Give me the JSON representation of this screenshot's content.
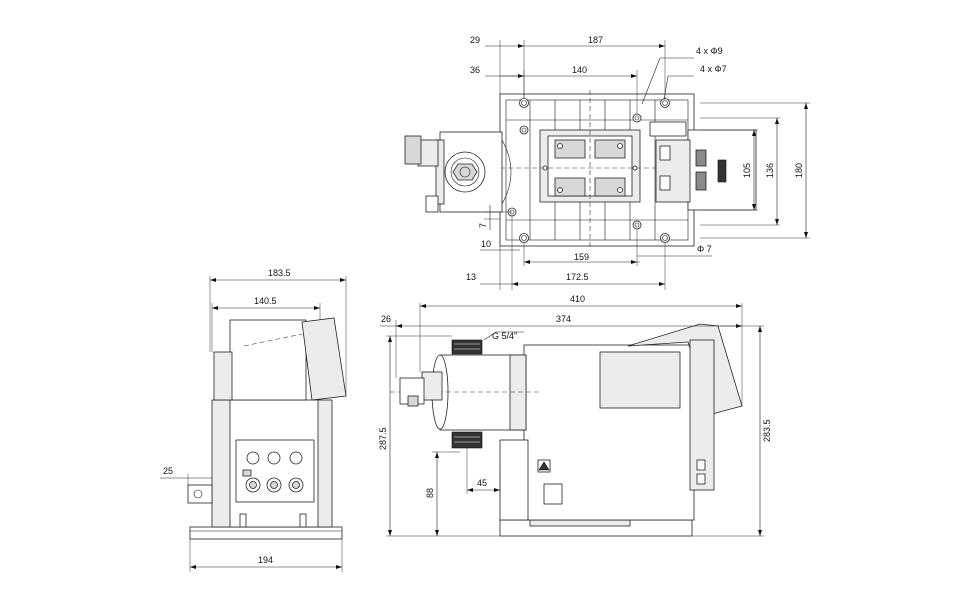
{
  "drawing": {
    "top_view": {
      "dims": {
        "d29": "29",
        "d187": "187",
        "d36": "36",
        "d140": "140",
        "holes9": "4 x Φ9",
        "holes7": "4 x Φ7",
        "d105": "105",
        "d136": "136",
        "d180": "180",
        "d7v": "7",
        "d10": "10",
        "d13": "13",
        "d159": "159",
        "d172_5": "172.5",
        "dphi7": "Φ 7"
      }
    },
    "side_view": {
      "dims": {
        "d183_5": "183.5",
        "d140_5": "140.5",
        "d25": "25",
        "d194": "194"
      }
    },
    "front_view": {
      "dims": {
        "d410": "410",
        "d26": "26",
        "d374": "374",
        "thread": "G 5/4\"",
        "d287_5": "287.5",
        "d283_5": "283.5",
        "d88": "88",
        "d45": "45"
      }
    }
  }
}
